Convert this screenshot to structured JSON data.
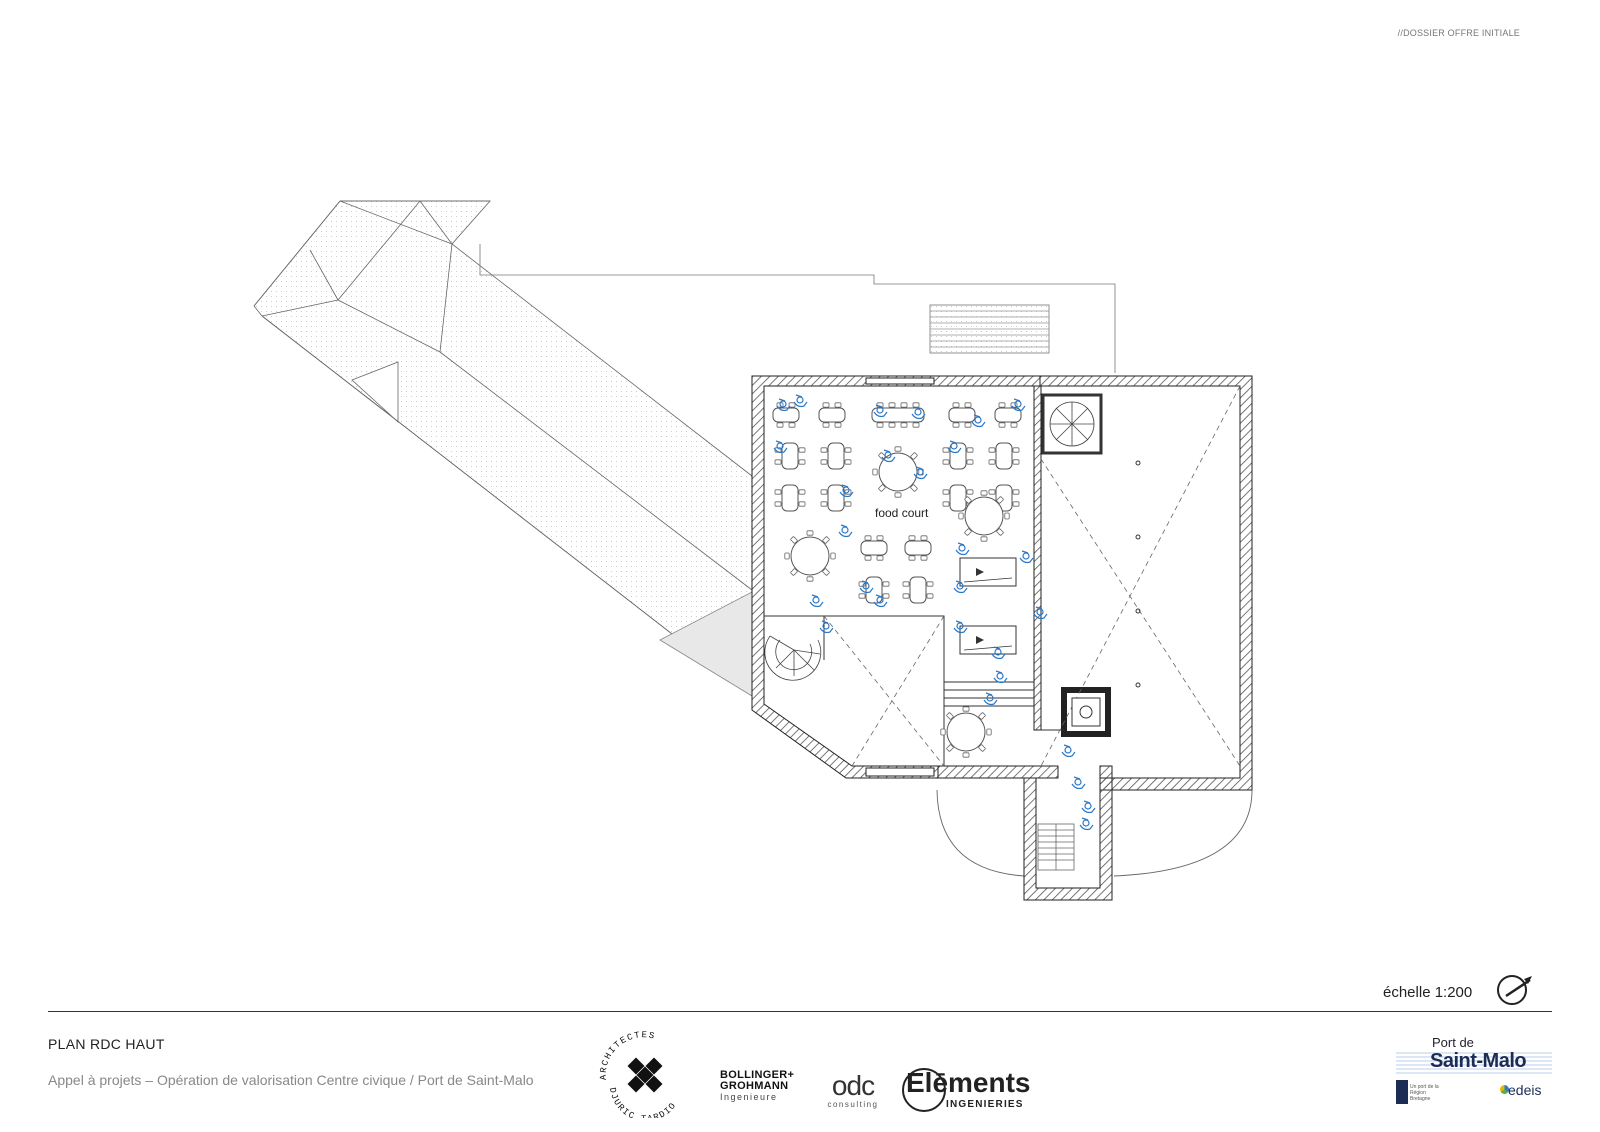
{
  "header": {
    "tag": "//DOSSIER  OFFRE INITIALE"
  },
  "plan": {
    "room_label": "food court",
    "scale": "échelle 1:200",
    "north_arrow_icon": "north-arrow-icon",
    "accent_color": "#2b78c8"
  },
  "footer": {
    "title": "PLAN RDC HAUT",
    "subtitle": "Appel à  projets –  Opération de valorisation Centre civique / Port de Saint-Malo",
    "logos": {
      "djuric_tardio": "ARCHITECTES DJURIC TARDIO",
      "bollinger_line1": "BOLLINGER+",
      "bollinger_line2": "GROHMANN",
      "bollinger_line3": "Ingenieure",
      "odc_line1": "odc",
      "odc_line2": "consulting",
      "elements_line1": "Elēments",
      "elements_line2": "INGENIERIES",
      "port_line1": "Port de",
      "port_line2": "Saint-Malo",
      "port_line3": "Un port de la Région Bretagne",
      "port_line4": "edeis"
    }
  }
}
